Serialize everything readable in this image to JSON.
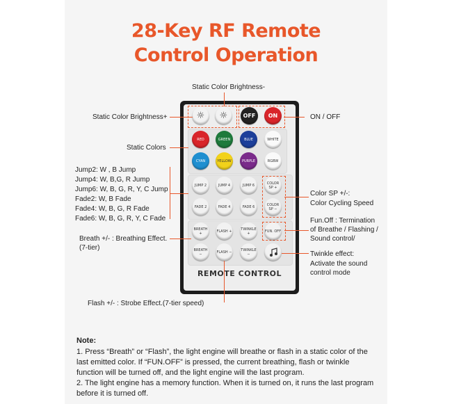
{
  "title": {
    "line1": "28-Key RF Remote",
    "line2": "Control Operation"
  },
  "labels": {
    "brightness_minus": "Static Color Brightness-",
    "brightness_plus": "Static Color Brightness+",
    "on_off": "ON / OFF",
    "static_colors": "Static Colors",
    "jump_fade": [
      "Jump2: W , B Jump",
      "Jump4: W, B,G, R Jump",
      "Jump6: W, B, G, R, Y, C Jump",
      "Fade2: W, B Fade",
      "Fade4: W, B, G, R Fade",
      "Fade6: W, B, G, R, Y, C Fade"
    ],
    "color_sp": [
      "Color SP +/-:",
      "Color Cycling Speed"
    ],
    "fun_off": [
      "Fun.Off : Termination",
      "of Breathe / Flashing /",
      "Sound control/"
    ],
    "breath": [
      "Breath +/- : Breathing Effect.",
      "(7-tier)"
    ],
    "twinkle": [
      "Twinkle effect:",
      "Activate the sound",
      "control mode"
    ],
    "flash": "Flash +/- : Strobe Effect.(7-tier speed)"
  },
  "keys": {
    "off": "OFF",
    "on": "ON",
    "red": "RED",
    "green": "GREEN",
    "blue": "BLUE",
    "white": "WHITE",
    "cyan": "CYAN",
    "yellow": "YELLOW",
    "purple": "PURPLE",
    "rgbw": "RGBW",
    "jump2": "JUMP 2",
    "jump4": "JUMP 4",
    "jump6": "JUMP 6",
    "color_sp_plus": "COLOR SP +",
    "fade2": "FADE 2",
    "fade4": "FADE 4",
    "fade6": "FADE 6",
    "color_sp_minus": "COLOR SP −",
    "breath_plus": "BREATH +",
    "flash_plus": "FLASH +",
    "twinkle_plus": "TWINKLE +",
    "fun_off": "FUN. OFF",
    "breath_minus": "BREATH −",
    "flash_minus": "FLASH −",
    "twinkle_minus": "TWINKLE −"
  },
  "remote_label": "REMOTE CONTROL",
  "note": {
    "heading": "Note:",
    "lines": [
      "1. Press “Breath” or “Flash”, the light engine will breathe or flash in a static color of the",
      "last emitted color. If “FUN.OFF” is pressed, the current breathing, flash or twinkle",
      "function will be turned off, and the light engine will the last program.",
      "2. The light engine has a memory function. When it is turned on, it runs the last program",
      "before it is turned off."
    ]
  },
  "colors": {
    "accent": "#e8572a",
    "red": "#d9252a",
    "green": "#1f7a3c",
    "blue": "#1d3f9a",
    "cyan": "#1f8fd0",
    "yellow": "#f2d21a",
    "purple": "#7a2a8a"
  }
}
